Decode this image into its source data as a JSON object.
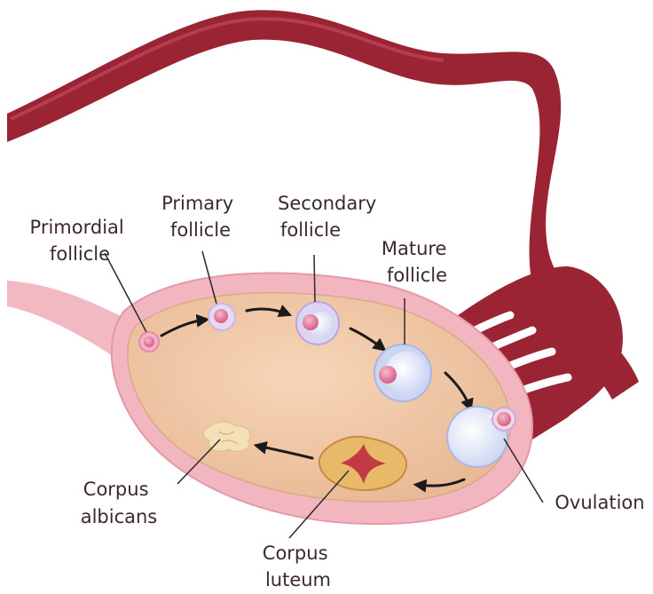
{
  "labels": {
    "primordial_follicle": [
      "Primordial",
      "follicle"
    ],
    "primary_follicle": [
      "Primary",
      "follicle"
    ],
    "secondary_follicle": [
      "Secondary",
      "follicle"
    ],
    "mature_follicle": [
      "Mature",
      "follicle"
    ],
    "ovulation": [
      "Ovulation"
    ],
    "corpus_albicans": [
      "Corpus",
      "albicans"
    ],
    "corpus_luteum": [
      "Corpus",
      "luteum"
    ]
  },
  "colors": {
    "tube": "#9b2434",
    "tube_highlight": "#c0485a",
    "ovary_fill": "#f0c9a6",
    "ovary_rim": "#f2b6c0",
    "ligament": "#f3b9c2",
    "follicle_outer": "#d9c8f0",
    "oocyte": "#e48aa6",
    "luteum_fill": "#e8b968",
    "luteum_center": "#c23a44"
  }
}
